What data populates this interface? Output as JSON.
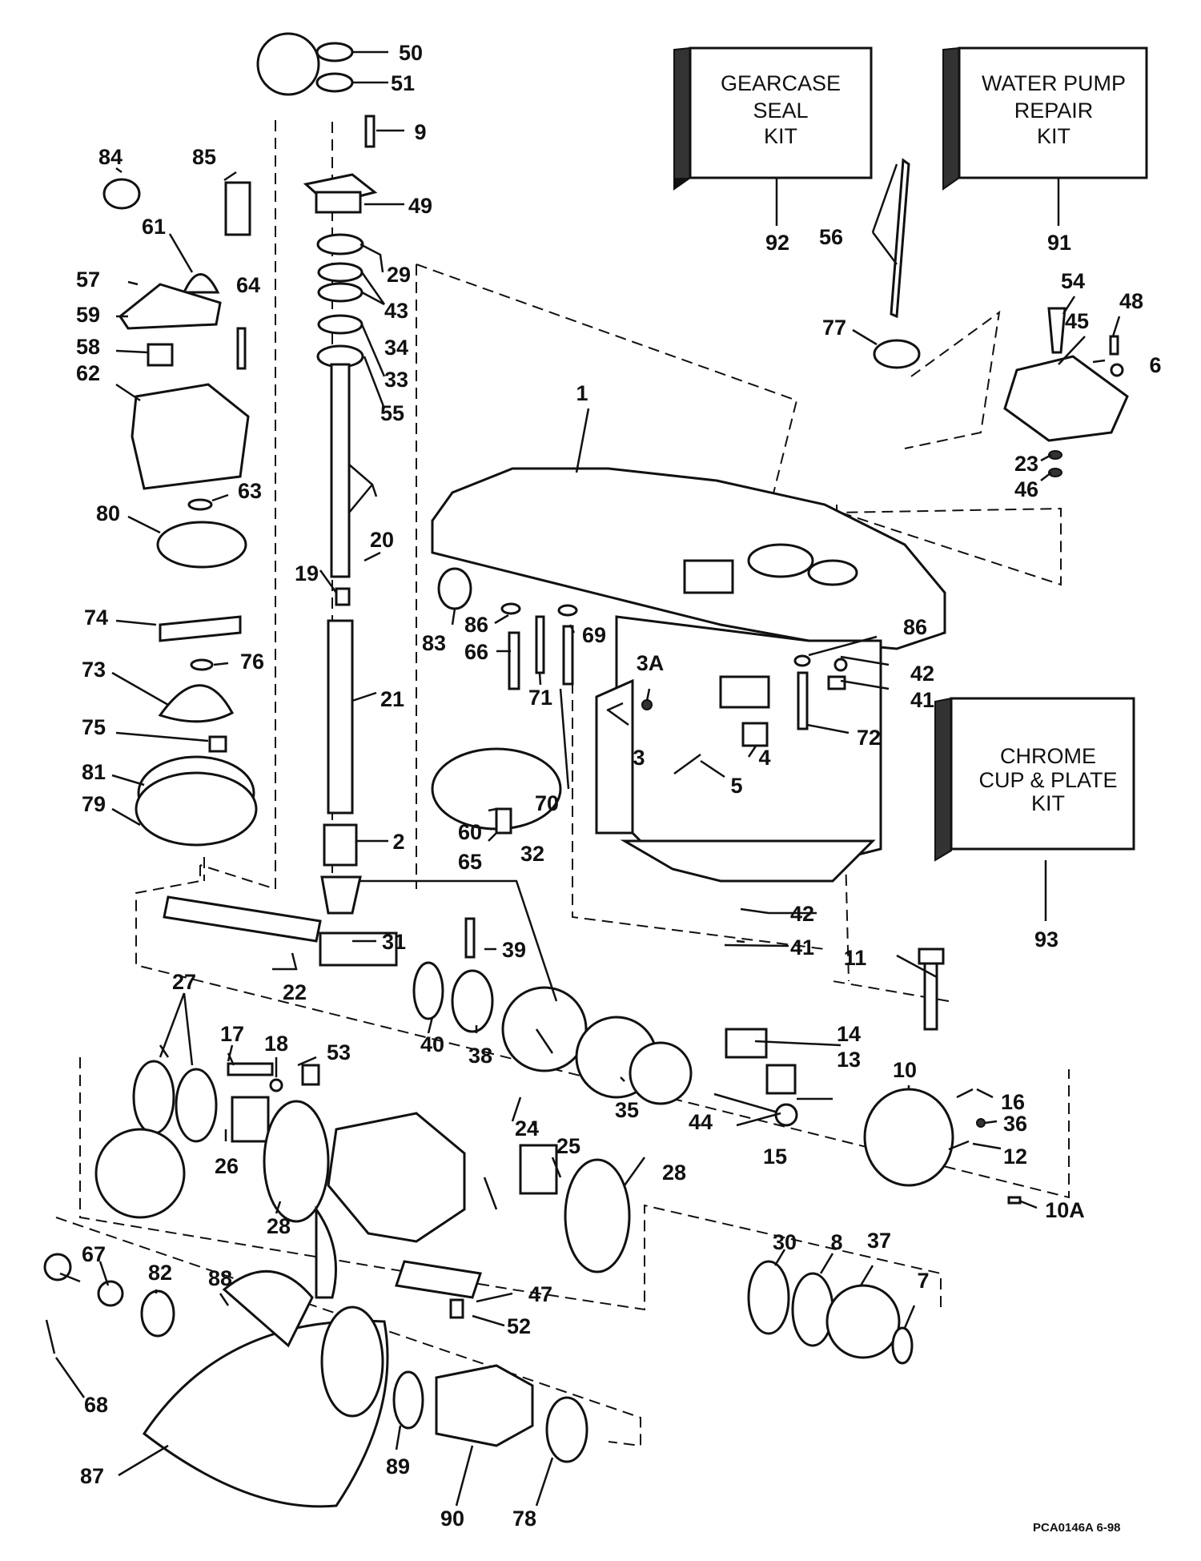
{
  "kits": [
    {
      "id": "gearcase-seal-kit",
      "number": "92",
      "lines": [
        "GEARCASE",
        "SEAL",
        "KIT"
      ]
    },
    {
      "id": "water-pump-repair-kit",
      "number": "91",
      "lines": [
        "WATER PUMP",
        "REPAIR",
        "KIT"
      ]
    },
    {
      "id": "chrome-cup-plate-kit",
      "number": "93",
      "lines": [
        "CHROME",
        "CUP & PLATE",
        "KIT"
      ]
    }
  ],
  "part_labels": [
    "1",
    "2",
    "3",
    "3A",
    "4",
    "5",
    "6",
    "7",
    "8",
    "9",
    "10",
    "10A",
    "11",
    "12",
    "13",
    "14",
    "15",
    "16",
    "17",
    "18",
    "19",
    "20",
    "21",
    "22",
    "23",
    "24",
    "25",
    "26",
    "27",
    "28",
    "28",
    "29",
    "30",
    "31",
    "32",
    "33",
    "34",
    "35",
    "36",
    "37",
    "38",
    "39",
    "40",
    "41",
    "41",
    "42",
    "42",
    "43",
    "44",
    "45",
    "46",
    "47",
    "48",
    "49",
    "50",
    "51",
    "52",
    "53",
    "54",
    "55",
    "56",
    "57",
    "58",
    "59",
    "60",
    "61",
    "62",
    "63",
    "64",
    "65",
    "66",
    "67",
    "68",
    "69",
    "70",
    "71",
    "72",
    "73",
    "74",
    "75",
    "76",
    "77",
    "78",
    "79",
    "80",
    "81",
    "82",
    "83",
    "84",
    "85",
    "86",
    "86",
    "87",
    "88",
    "89",
    "90"
  ],
  "drawing_code": "PCA0146A  6-98"
}
